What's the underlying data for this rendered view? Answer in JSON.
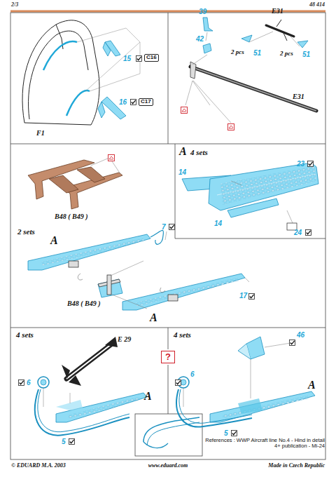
{
  "diagram": {
    "nodes": [
      {
        "text": [
          "A",
          "4 sets"
        ]
      },
      {
        "text": [
          "2 sets"
        ]
      },
      {
        "text": [
          "4 sets"
        ]
      },
      {
        "text": [
          "4 sets"
        ]
      }
    ],
    "labels": [
      "2/3",
      "48 414",
      "15",
      "C16",
      "F1",
      "16",
      "C17",
      "39",
      "E31",
      "42",
      "2 pcs",
      "51",
      "2 pcs",
      "51",
      "E31",
      "B48 ( B49 )",
      "14",
      "23",
      "14",
      "24",
      "A",
      "7",
      "B48 ( B49 )",
      "17",
      "A",
      "E 29",
      "6",
      "A",
      "5",
      "?",
      "6",
      "46",
      "A",
      "5",
      "References : WWP Aircraft line No.4 - Hind in detail 4+ publication - Mi-24",
      "© EDUARD M.A. 2003",
      "www.eduard.com",
      "Made in Czech Republic"
    ]
  }
}
